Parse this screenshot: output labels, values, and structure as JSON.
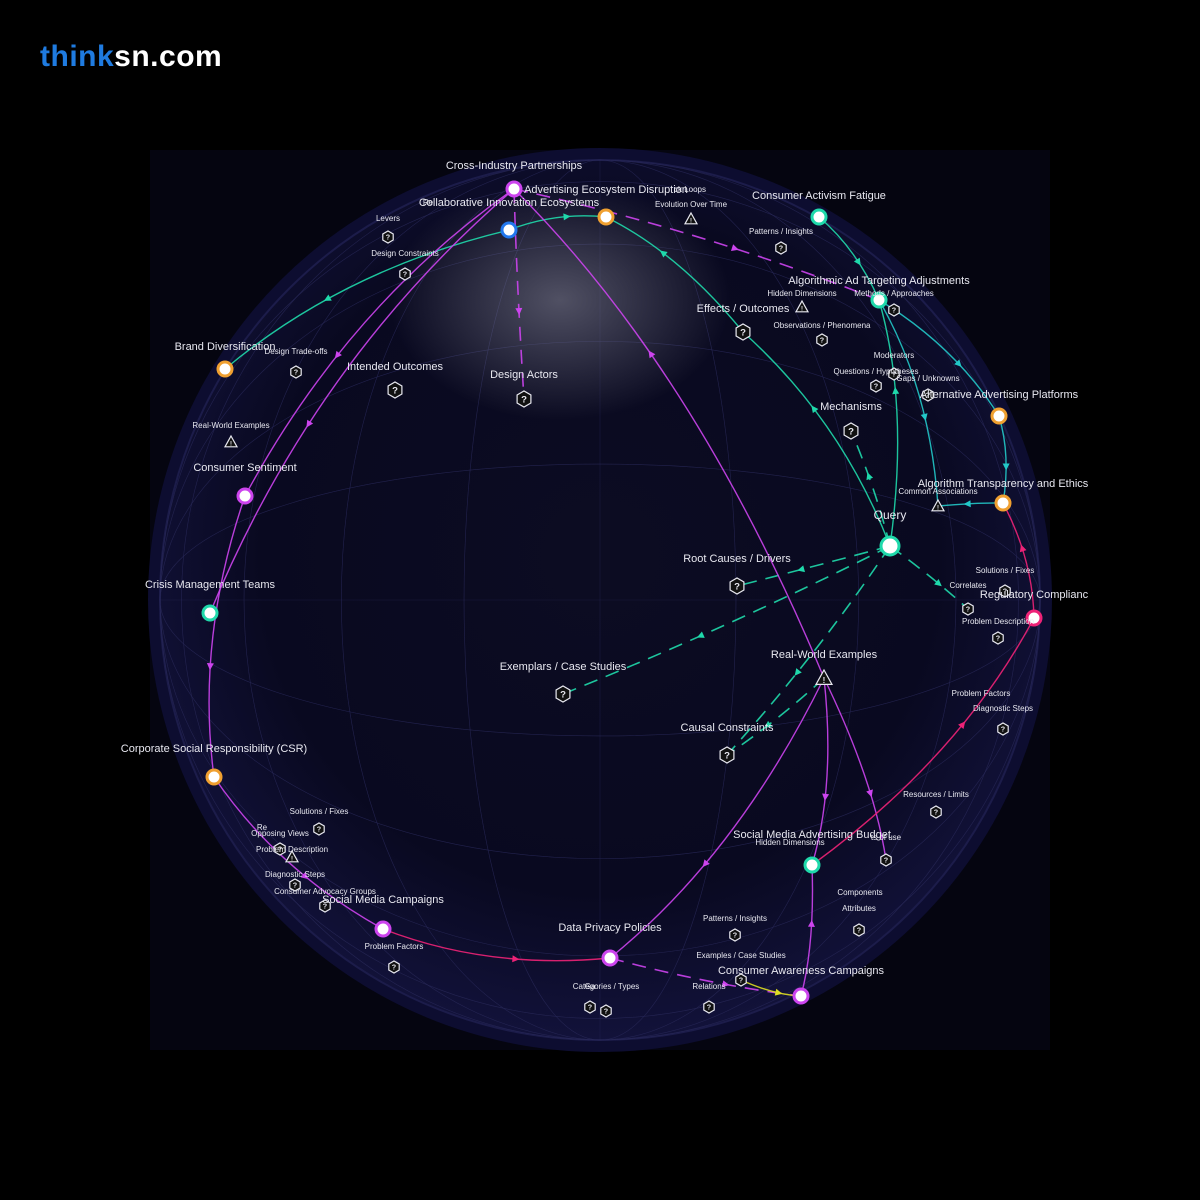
{
  "brand": {
    "part1": "think",
    "part2": "sn.com"
  },
  "colors": {
    "background": "#000000",
    "sphere": "#07071c",
    "cyan": "#1fd9ab",
    "magenta": "#cc44ee",
    "pink": "#ee2277",
    "yellow": "#dddd22",
    "orange": "#f0a030",
    "blue": "#2277ee",
    "teal": "#22c8c8"
  },
  "nodes": [
    {
      "id": "cross_industry",
      "label": "Cross-Industry Partnerships",
      "kind": "circle",
      "color": "magenta"
    },
    {
      "id": "ad_ecosystem",
      "label": "Advertising Ecosystem Disruption",
      "kind": "circle",
      "color": "orange"
    },
    {
      "id": "feedback_loops",
      "label": "ck Loops",
      "kind": "text",
      "color": ""
    },
    {
      "id": "collab_innov",
      "label": "Collaborative Innovation Ecosystems",
      "kind": "circle",
      "color": "blue"
    },
    {
      "id": "re_trunc",
      "label": "Re",
      "kind": "text",
      "color": ""
    },
    {
      "id": "evolution",
      "label": "Evolution Over Time",
      "kind": "warn",
      "color": ""
    },
    {
      "id": "levers",
      "label": "Levers",
      "kind": "hex",
      "color": ""
    },
    {
      "id": "design_constraints",
      "label": "Design Constraints",
      "kind": "hex",
      "color": ""
    },
    {
      "id": "consumer_activism",
      "label": "Consumer Activism Fatigue",
      "kind": "circle",
      "color": "cyan"
    },
    {
      "id": "patterns_top",
      "label": "Patterns / Insights",
      "kind": "hex",
      "color": ""
    },
    {
      "id": "algo_ad",
      "label": "Algorithmic Ad Targeting Adjustments",
      "kind": "circle",
      "color": "cyan"
    },
    {
      "id": "methods",
      "label": "Methods / Approaches",
      "kind": "hex",
      "color": ""
    },
    {
      "id": "hidden_dim_top",
      "label": "Hidden Dimensions",
      "kind": "warn",
      "color": ""
    },
    {
      "id": "effects",
      "label": "Effects / Outcomes",
      "kind": "hex",
      "color": ""
    },
    {
      "id": "observations",
      "label": "Observations / Phenomena",
      "kind": "hex",
      "color": ""
    },
    {
      "id": "brand_div",
      "label": "Brand Diversification",
      "kind": "circle",
      "color": "orange"
    },
    {
      "id": "design_tradeoffs",
      "label": "Design Trade-offs",
      "kind": "hex",
      "color": ""
    },
    {
      "id": "intended",
      "label": "Intended Outcomes",
      "kind": "hex",
      "color": ""
    },
    {
      "id": "design_actors",
      "label": "Design Actors",
      "kind": "hex",
      "color": ""
    },
    {
      "id": "moderators",
      "label": "Moderators",
      "kind": "hex",
      "color": ""
    },
    {
      "id": "questions",
      "label": "Questions / Hypotheses",
      "kind": "hex",
      "color": ""
    },
    {
      "id": "gaps",
      "label": "Gaps / Unknowns",
      "kind": "hex",
      "color": ""
    },
    {
      "id": "alt_platforms",
      "label": "Alternative Advertising Platforms",
      "kind": "circle",
      "color": "orange"
    },
    {
      "id": "rw_small_left",
      "label": "Real-World Examples",
      "kind": "warn",
      "color": ""
    },
    {
      "id": "mechanisms",
      "label": "Mechanisms",
      "kind": "hex",
      "color": ""
    },
    {
      "id": "consumer_sentiment",
      "label": "Consumer Sentiment",
      "kind": "circle",
      "color": "magenta"
    },
    {
      "id": "algo_transparency",
      "label": "Algorithm Transparency and Ethics",
      "kind": "circle",
      "color": "orange"
    },
    {
      "id": "common_assoc",
      "label": "Common Associations",
      "kind": "warn",
      "color": ""
    },
    {
      "id": "query",
      "label": "Query",
      "kind": "circle",
      "color": "cyan"
    },
    {
      "id": "root_causes",
      "label": "Root Causes / Drivers",
      "kind": "hex",
      "color": ""
    },
    {
      "id": "solutions_right",
      "label": "Solutions / Fixes",
      "kind": "hex",
      "color": ""
    },
    {
      "id": "correlates",
      "label": "Correlates",
      "kind": "hex",
      "color": ""
    },
    {
      "id": "regulatory",
      "label": "Regulatory Complianc",
      "kind": "circle",
      "color": "pink"
    },
    {
      "id": "crisis_mgmt",
      "label": "Crisis Management Teams",
      "kind": "circle",
      "color": "cyan"
    },
    {
      "id": "problem_desc_right",
      "label": "Problem Description",
      "kind": "hex",
      "color": ""
    },
    {
      "id": "realworld",
      "label": "Real-World Examples",
      "kind": "warn",
      "color": ""
    },
    {
      "id": "exemplars",
      "label": "Exemplars / Case Studies",
      "kind": "hex",
      "color": ""
    },
    {
      "id": "problem_factors_right",
      "label": "Problem Factors",
      "kind": "text",
      "color": ""
    },
    {
      "id": "diagnostic_right",
      "label": "Diagnostic Steps",
      "kind": "hex",
      "color": ""
    },
    {
      "id": "causal",
      "label": "Causal Constraints",
      "kind": "hex",
      "color": ""
    },
    {
      "id": "csr",
      "label": "Corporate Social Responsibility (CSR)",
      "kind": "circle",
      "color": "orange"
    },
    {
      "id": "resources",
      "label": "Resources / Limits",
      "kind": "hex",
      "color": ""
    },
    {
      "id": "solutions_left",
      "label": "Solutions / Fixes",
      "kind": "hex",
      "color": ""
    },
    {
      "id": "re_left",
      "label": "Re",
      "kind": "text",
      "color": ""
    },
    {
      "id": "opposing",
      "label": "Opposing Views",
      "kind": "hex",
      "color": ""
    },
    {
      "id": "sm_budget",
      "label": "Social Media Advertising Budget",
      "kind": "circle",
      "color": "cyan"
    },
    {
      "id": "hidden_dim_bottom",
      "label": "Hidden Dimensions",
      "kind": "text",
      "color": ""
    },
    {
      "id": "ts_of_use",
      "label": "ts of use",
      "kind": "hex",
      "color": ""
    },
    {
      "id": "problem_desc_left",
      "label": "Problem Description",
      "kind": "warn",
      "color": ""
    },
    {
      "id": "diagnostic_left",
      "label": "Diagnostic Steps",
      "kind": "hex",
      "color": ""
    },
    {
      "id": "consumer_advocacy",
      "label": "Consumer Advocacy Groups",
      "kind": "hex",
      "color": ""
    },
    {
      "id": "sm_campaigns",
      "label": "Social Media Campaigns",
      "kind": "circle",
      "color": "magenta"
    },
    {
      "id": "components",
      "label": "Components",
      "kind": "text",
      "color": ""
    },
    {
      "id": "attributes",
      "label": "Attributes",
      "kind": "hex",
      "color": ""
    },
    {
      "id": "patterns_bottom",
      "label": "Patterns / Insights",
      "kind": "hex",
      "color": ""
    },
    {
      "id": "data_privacy",
      "label": "Data Privacy Policies",
      "kind": "circle",
      "color": "magenta"
    },
    {
      "id": "problem_factors_left",
      "label": "Problem Factors",
      "kind": "hex",
      "color": ""
    },
    {
      "id": "examples_cases",
      "label": "Examples / Case Studies",
      "kind": "hex",
      "color": ""
    },
    {
      "id": "consumer_awareness",
      "label": "Consumer Awareness Campaigns",
      "kind": "circle",
      "color": "magenta"
    },
    {
      "id": "ga",
      "label": "Ga",
      "kind": "hex",
      "color": ""
    },
    {
      "id": "categories",
      "label": "Categories / Types",
      "kind": "hex",
      "color": ""
    },
    {
      "id": "relations",
      "label": "Relations",
      "kind": "hex",
      "color": ""
    }
  ],
  "edges": [
    {
      "from": "query",
      "to": "root_causes",
      "style": "dashed",
      "color": "cyan"
    },
    {
      "from": "query",
      "to": "exemplars",
      "style": "dashed",
      "color": "cyan"
    },
    {
      "from": "query",
      "to": "causal",
      "style": "dashed",
      "color": "cyan"
    },
    {
      "from": "query",
      "to": "mechanisms",
      "style": "dashed",
      "color": "cyan"
    },
    {
      "from": "query",
      "to": "correlates",
      "style": "dashed",
      "color": "cyan"
    },
    {
      "from": "query",
      "to": "effects",
      "style": "solid",
      "color": "cyan"
    },
    {
      "from": "query",
      "to": "algo_ad",
      "style": "solid",
      "color": "cyan"
    },
    {
      "from": "effects",
      "to": "ad_ecosystem",
      "style": "solid",
      "color": "cyan"
    },
    {
      "from": "collab_innov",
      "to": "ad_ecosystem",
      "style": "solid",
      "color": "cyan"
    },
    {
      "from": "collab_innov",
      "to": "brand_div",
      "style": "solid",
      "color": "cyan"
    },
    {
      "from": "consumer_activism",
      "to": "algo_ad",
      "style": "solid",
      "color": "cyan"
    },
    {
      "from": "algo_ad",
      "to": "common_assoc",
      "style": "solid",
      "color": "teal"
    },
    {
      "from": "algo_ad",
      "to": "alt_platforms",
      "style": "solid",
      "color": "teal"
    },
    {
      "from": "algo_transparency",
      "to": "common_assoc",
      "style": "solid",
      "color": "teal"
    },
    {
      "from": "alt_platforms",
      "to": "algo_transparency",
      "style": "solid",
      "color": "teal"
    },
    {
      "from": "realworld",
      "to": "cross_industry",
      "style": "solid",
      "color": "magenta"
    },
    {
      "from": "realworld",
      "to": "data_privacy",
      "style": "solid",
      "color": "magenta"
    },
    {
      "from": "realworld",
      "to": "sm_budget",
      "style": "solid",
      "color": "magenta"
    },
    {
      "from": "realworld",
      "to": "ts_of_use",
      "style": "solid",
      "color": "magenta"
    },
    {
      "from": "realworld",
      "to": "causal",
      "style": "dashed",
      "color": "cyan"
    },
    {
      "from": "cross_industry",
      "to": "design_actors",
      "style": "dashed",
      "color": "magenta"
    },
    {
      "from": "cross_industry",
      "to": "consumer_sentiment",
      "style": "solid",
      "color": "magenta"
    },
    {
      "from": "cross_industry",
      "to": "crisis_mgmt",
      "style": "solid",
      "color": "magenta"
    },
    {
      "from": "cross_industry",
      "to": "algo_ad",
      "style": "dashed",
      "color": "magenta"
    },
    {
      "from": "consumer_sentiment",
      "to": "csr",
      "style": "solid",
      "color": "magenta"
    },
    {
      "from": "csr",
      "to": "sm_campaigns",
      "style": "solid",
      "color": "magenta"
    },
    {
      "from": "sm_campaigns",
      "to": "data_privacy",
      "style": "solid",
      "color": "pink"
    },
    {
      "from": "data_privacy",
      "to": "consumer_awareness",
      "style": "dashed",
      "color": "magenta"
    },
    {
      "from": "consumer_awareness",
      "to": "sm_budget",
      "style": "solid",
      "color": "magenta"
    },
    {
      "from": "sm_budget",
      "to": "regulatory",
      "style": "solid",
      "color": "pink"
    },
    {
      "from": "regulatory",
      "to": "algo_transparency",
      "style": "solid",
      "color": "pink"
    },
    {
      "from": "examples_cases",
      "to": "consumer_awareness",
      "style": "solid",
      "color": "yellow"
    }
  ]
}
